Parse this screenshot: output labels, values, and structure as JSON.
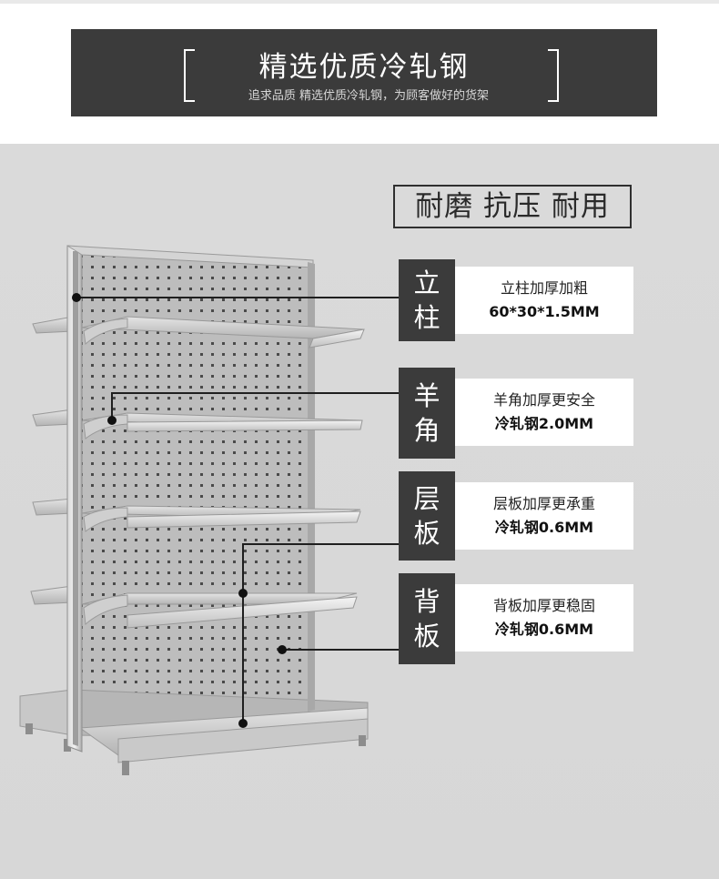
{
  "banner": {
    "title": "精选优质冷轧钢",
    "subtitle": "追求品质 精选优质冷轧钢，为顾客做好的货架"
  },
  "tagline": "耐磨 抗压 耐用",
  "features": [
    {
      "tag_top": "立",
      "tag_bottom": "柱",
      "line1": "立柱加厚加粗",
      "line2": "60*30*1.5MM"
    },
    {
      "tag_top": "羊",
      "tag_bottom": "角",
      "line1": "羊角加厚更安全",
      "line2": "冷轧钢2.0MM"
    },
    {
      "tag_top": "层",
      "tag_bottom": "板",
      "line1": "层板加厚更承重",
      "line2": "冷轧钢0.6MM"
    },
    {
      "tag_top": "背",
      "tag_bottom": "板",
      "line1": "背板加厚更稳固",
      "line2": "冷轧钢0.6MM"
    }
  ],
  "colors": {
    "banner_bg": "#3b3b3b",
    "background": "#d9d9d9",
    "shelf_metal": "#b9b9b9"
  }
}
